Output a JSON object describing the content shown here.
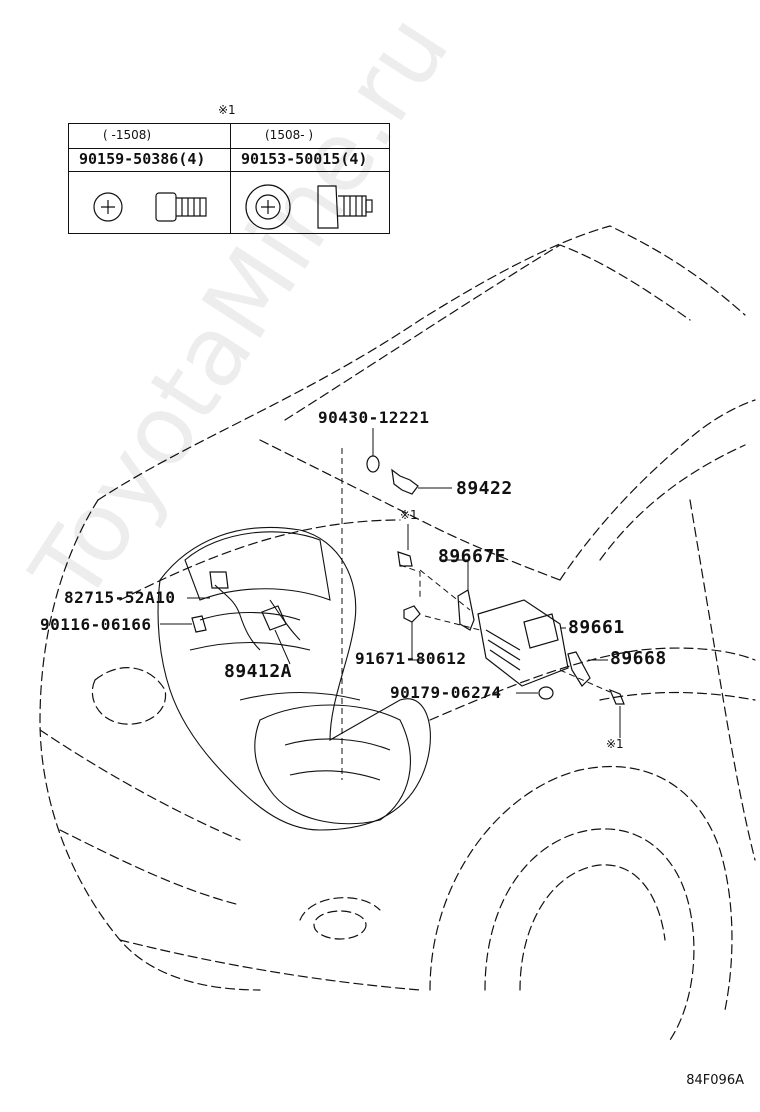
{
  "legend": {
    "marker": "※1",
    "left": {
      "range": "(     -1508)",
      "part": "90159-50386(4)"
    },
    "right": {
      "range": "(1508-     )",
      "part": "90153-50015(4)"
    }
  },
  "callouts": {
    "p90430": "90430-12221",
    "p89422": "89422",
    "mark1": "※1",
    "p89667E": "89667E",
    "p82715": "82715-52A10",
    "p90116": "90116-06166",
    "p89661": "89661",
    "p91671": "91671-80612",
    "p89668": "89668",
    "p89412A": "89412A",
    "p90179": "90179-06274",
    "mark2": "※1"
  },
  "watermark": "ToyotaMine.ru",
  "diagram_code": "84F096A"
}
